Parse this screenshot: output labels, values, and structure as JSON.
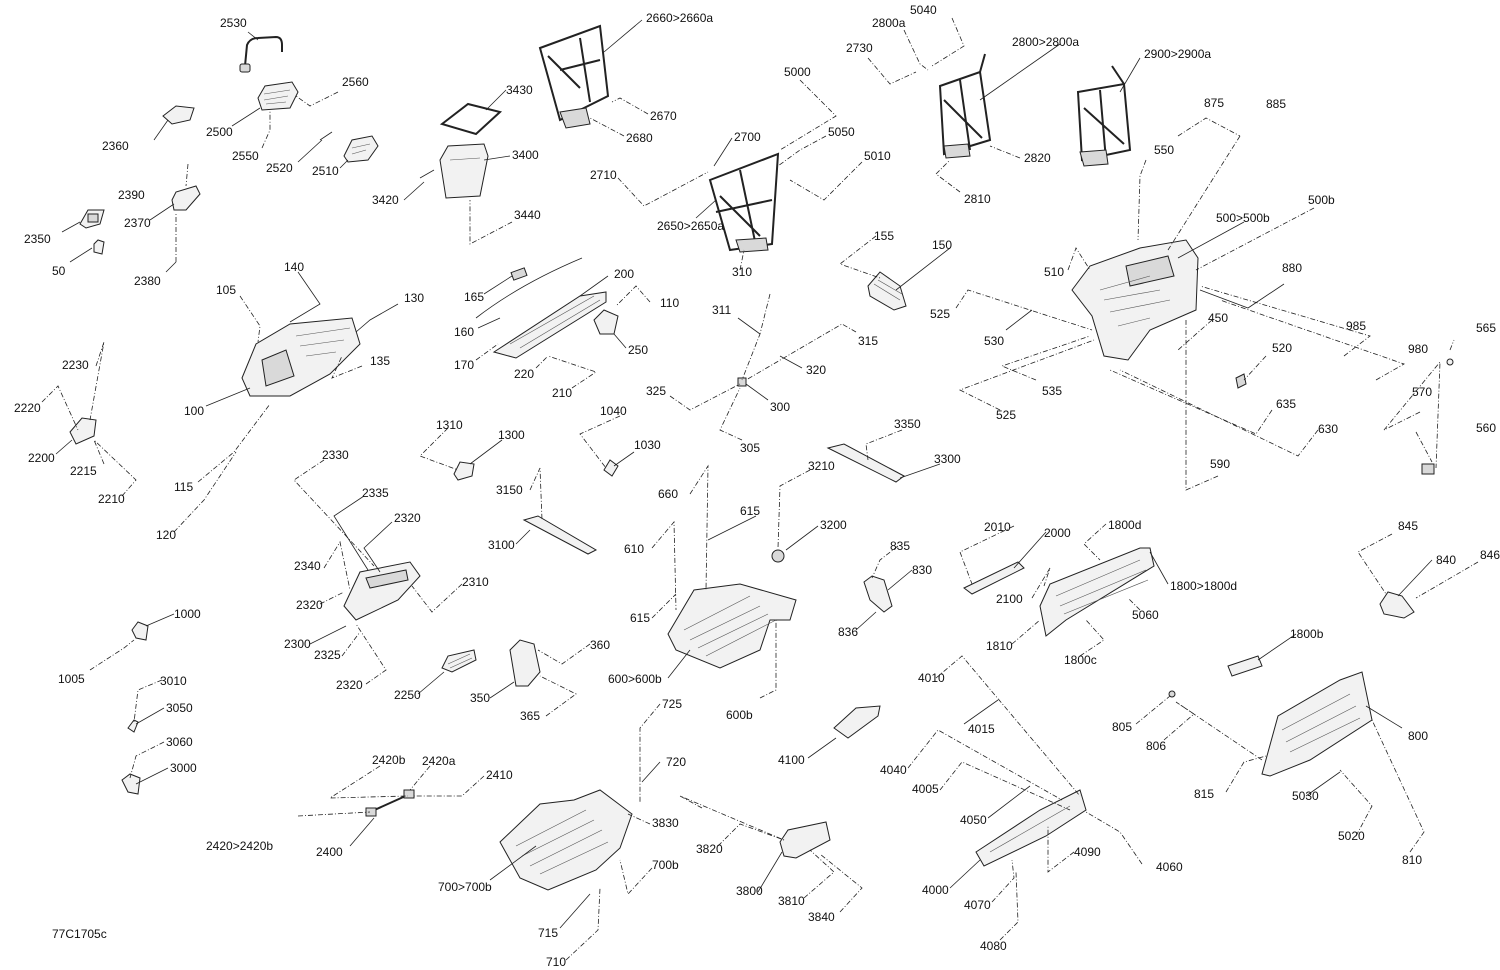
{
  "diagram_ref": "77C1705c",
  "labels": {
    "l2530": "2530",
    "l2560": "2560",
    "l2500": "2500",
    "l2360": "2360",
    "l2550": "2550",
    "l2520": "2520",
    "l2510": "2510",
    "l2390": "2390",
    "l2370": "2370",
    "l2350": "2350",
    "l50": "50",
    "l2380": "2380",
    "l3430": "3430",
    "l3400": "3400",
    "l3420": "3420",
    "l3440": "3440",
    "l2660": "2660>2660a",
    "l2670": "2670",
    "l2680": "2680",
    "l5000": "5000",
    "l2700": "2700",
    "l5050": "5050",
    "l2710": "2710",
    "l5010": "5010",
    "l2650": "2650>2650a",
    "l310": "310",
    "l5040": "5040",
    "l2800a": "2800a",
    "l2730": "2730",
    "l2800": "2800>2800a",
    "l2820": "2820",
    "l2810": "2810",
    "l2900": "2900>2900a",
    "l875": "875",
    "l885": "885",
    "l550": "550",
    "l500": "500>500b",
    "l500b": "500b",
    "l510": "510",
    "l880": "880",
    "l525a": "525",
    "l530": "530",
    "l450": "450",
    "l985": "985",
    "l565": "565",
    "l520": "520",
    "l980": "980",
    "l535": "535",
    "l525b": "525",
    "l570": "570",
    "l635": "635",
    "l630": "630",
    "l560": "560",
    "l590": "590",
    "l140": "140",
    "l105": "105",
    "l130": "130",
    "l135": "135",
    "l100": "100",
    "l115": "115",
    "l120": "120",
    "l165": "165",
    "l200": "200",
    "l110": "110",
    "l160": "160",
    "l170": "170",
    "l250": "250",
    "l220": "220",
    "l210": "210",
    "l155": "155",
    "l150": "150",
    "l311": "311",
    "l315": "315",
    "l320": "320",
    "l325": "325",
    "l300": "300",
    "l305": "305",
    "l2230": "2230",
    "l2220": "2220",
    "l2200": "2200",
    "l2215": "2215",
    "l2210": "2210",
    "l1310": "1310",
    "l1300": "1300",
    "l1040": "1040",
    "l1030": "1030",
    "l3350": "3350",
    "l3300": "3300",
    "l3210": "3210",
    "l3150": "3150",
    "l3100": "3100",
    "l660": "660",
    "l615a": "615",
    "l610": "610",
    "l615b": "615",
    "l600": "600>600b",
    "l600b": "600b",
    "l3200": "3200",
    "l2330": "2330",
    "l2335": "2335",
    "l2320a": "2320",
    "l2340": "2340",
    "l2320b": "2320",
    "l2310": "2310",
    "l2300": "2300",
    "l2325": "2325",
    "l2320c": "2320",
    "l2250": "2250",
    "l360": "360",
    "l350": "350",
    "l365": "365",
    "l835": "835",
    "l830": "830",
    "l836": "836",
    "l2010": "2010",
    "l2000": "2000",
    "l1800d": "1800d",
    "l1800": "1800>1800d",
    "l2100": "2100",
    "l5060": "5060",
    "l1810": "1810",
    "l1800c": "1800c",
    "l845": "845",
    "l840": "840",
    "l846": "846",
    "l1000": "1000",
    "l1005": "1005",
    "l3010": "3010",
    "l3050": "3050",
    "l3060": "3060",
    "l3000": "3000",
    "l725": "725",
    "l720": "720",
    "l4010": "4010",
    "l4015": "4015",
    "l4100": "4100",
    "l1800b": "1800b",
    "l805": "805",
    "l806": "806",
    "l800": "800",
    "l2420b": "2420b",
    "l2420a": "2420a",
    "l2410": "2410",
    "l2420": "2420>2420b",
    "l2400": "2400",
    "l3830": "3830",
    "l3820": "3820",
    "l4040": "4040",
    "l4005": "4005",
    "l4050": "4050",
    "l815": "815",
    "l5030": "5030",
    "l5020": "5020",
    "l810": "810",
    "l4090": "4090",
    "l4060": "4060",
    "l700": "700>700b",
    "l700b": "700b",
    "l3800": "3800",
    "l3810": "3810",
    "l3840": "3840",
    "l4000": "4000",
    "l4070": "4070",
    "l4080": "4080",
    "l715": "715",
    "l710": "710"
  }
}
